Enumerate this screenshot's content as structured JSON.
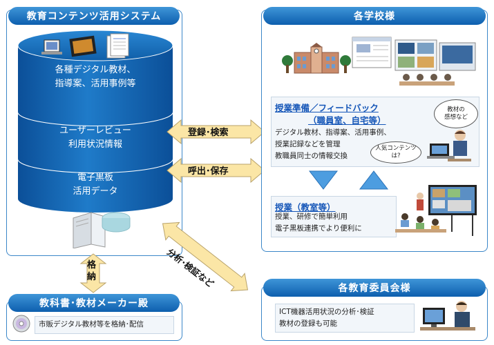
{
  "system": {
    "title": "教育コンテンツ活用システム",
    "layer1": [
      "各種デジタル教材、",
      "指導案、活用事例等"
    ],
    "layer2": [
      "ユーザーレビュー",
      "利用状況情報"
    ],
    "layer3": [
      "電子黒板",
      "活用データ"
    ]
  },
  "arrows": {
    "register": "登録･検索",
    "recall": "呼出･保存",
    "analysis": "分析･検証など",
    "store": "格納"
  },
  "schools": {
    "title": "各学校様",
    "prep_heading_line1": "授業準備／フィードバック",
    "prep_heading_line2": "（職員室、自宅等）",
    "prep_body": [
      "デジタル教材、指導案、活用事例、",
      "授業記録などを管理",
      "教職員同士の情報交換"
    ],
    "bubble_top": [
      "教材の",
      "感想など"
    ],
    "bubble_bottom": [
      "人気コンテンツ",
      "は?"
    ],
    "class_heading": "授業（教室等）",
    "class_body": [
      "授業、研修で簡単利用",
      "電子黒板連携でより便利に"
    ]
  },
  "maker": {
    "title": "教科書･教材メーカー殿",
    "body": "市販デジタル教材等を格納･配信"
  },
  "board": {
    "title": "各教育委員会様",
    "body": [
      "ICT機器活用状況の分析･検証",
      "教材の登録も可能"
    ]
  },
  "colors": {
    "accent": "#0d5fae",
    "cylinder": "#1466b3",
    "arrow_fill": "#fbe6a6",
    "link_text": "#1556b8"
  }
}
